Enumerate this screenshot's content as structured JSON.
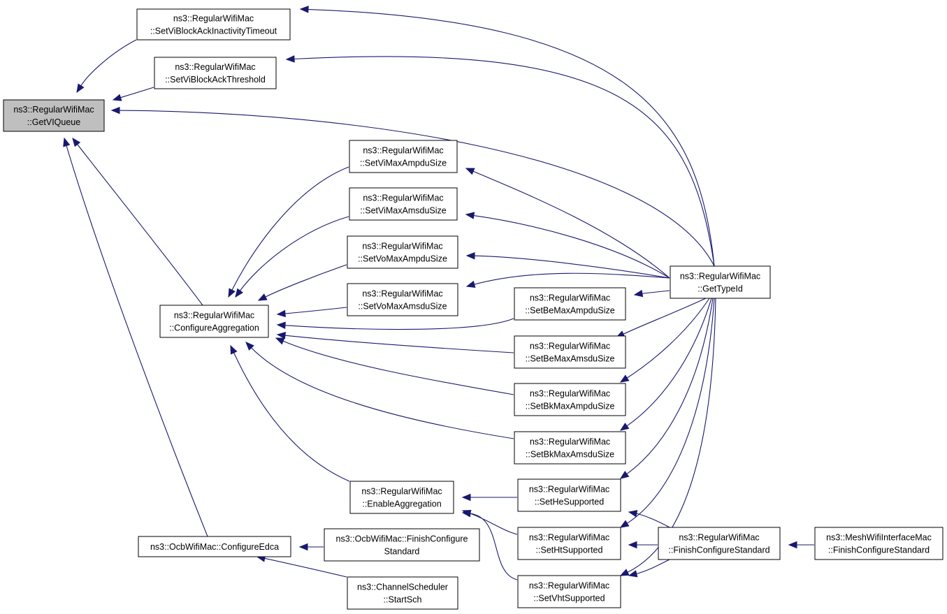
{
  "graph": {
    "edge_color": "#191970",
    "root_fill": "#bfbfbf",
    "nodes": [
      {
        "id": "getviqueue",
        "lines": [
          "ns3::RegularWifiMac",
          "::GetVIQueue"
        ],
        "root": true
      },
      {
        "id": "setviblockackinactivitytimeout",
        "lines": [
          "ns3::RegularWifiMac",
          "::SetViBlockAckInactivityTimeout"
        ]
      },
      {
        "id": "setviblockackthreshold",
        "lines": [
          "ns3::RegularWifiMac",
          "::SetViBlockAckThreshold"
        ]
      },
      {
        "id": "configureaggregation",
        "lines": [
          "ns3::RegularWifiMac",
          "::ConfigureAggregation"
        ]
      },
      {
        "id": "configureedca",
        "lines": [
          "ns3::OcbWifiMac::ConfigureEdca"
        ]
      },
      {
        "id": "setvimaxampdusize",
        "lines": [
          "ns3::RegularWifiMac",
          "::SetViMaxAmpduSize"
        ]
      },
      {
        "id": "setvimaxamsdusize",
        "lines": [
          "ns3::RegularWifiMac",
          "::SetViMaxAmsduSize"
        ]
      },
      {
        "id": "setvomaxampdusize",
        "lines": [
          "ns3::RegularWifiMac",
          "::SetVoMaxAmpduSize"
        ]
      },
      {
        "id": "setvomaxamsdusize",
        "lines": [
          "ns3::RegularWifiMac",
          "::SetVoMaxAmsduSize"
        ]
      },
      {
        "id": "enableaggregation",
        "lines": [
          "ns3::RegularWifiMac",
          "::EnableAggregation"
        ]
      },
      {
        "id": "ocbfinishconfigurestandard",
        "lines": [
          "ns3::OcbWifiMac::FinishConfigure",
          "Standard"
        ]
      },
      {
        "id": "startsch",
        "lines": [
          "ns3::ChannelScheduler",
          "::StartSch"
        ]
      },
      {
        "id": "setbemaxampdusize",
        "lines": [
          "ns3::RegularWifiMac",
          "::SetBeMaxAmpduSize"
        ]
      },
      {
        "id": "setbemaxamsdusize",
        "lines": [
          "ns3::RegularWifiMac",
          "::SetBeMaxAmsduSize"
        ]
      },
      {
        "id": "setbkmaxampdusize",
        "lines": [
          "ns3::RegularWifiMac",
          "::SetBkMaxAmpduSize"
        ]
      },
      {
        "id": "setbkmaxamsdusize",
        "lines": [
          "ns3::RegularWifiMac",
          "::SetBkMaxAmsduSize"
        ]
      },
      {
        "id": "sethesupported",
        "lines": [
          "ns3::RegularWifiMac",
          "::SetHeSupported"
        ]
      },
      {
        "id": "sethtsupported",
        "lines": [
          "ns3::RegularWifiMac",
          "::SetHtSupported"
        ]
      },
      {
        "id": "setvhtsupported",
        "lines": [
          "ns3::RegularWifiMac",
          "::SetVhtSupported"
        ]
      },
      {
        "id": "gettypeid",
        "lines": [
          "ns3::RegularWifiMac",
          "::GetTypeId"
        ]
      },
      {
        "id": "regularfinishconfigurestandard",
        "lines": [
          "ns3::RegularWifiMac",
          "::FinishConfigureStandard"
        ]
      },
      {
        "id": "meshfinishconfigurestandard",
        "lines": [
          "ns3::MeshWifiInterfaceMac",
          "::FinishConfigureStandard"
        ]
      }
    ],
    "edges": [
      {
        "from": "setviblockackinactivitytimeout",
        "to": "getviqueue"
      },
      {
        "from": "setviblockackthreshold",
        "to": "getviqueue"
      },
      {
        "from": "gettypeid",
        "to": "getviqueue"
      },
      {
        "from": "configureaggregation",
        "to": "getviqueue"
      },
      {
        "from": "configureedca",
        "to": "getviqueue"
      },
      {
        "from": "gettypeid",
        "to": "setviblockackinactivitytimeout"
      },
      {
        "from": "gettypeid",
        "to": "setviblockackthreshold"
      },
      {
        "from": "setvimaxampdusize",
        "to": "configureaggregation"
      },
      {
        "from": "setvimaxamsdusize",
        "to": "configureaggregation"
      },
      {
        "from": "setvomaxampdusize",
        "to": "configureaggregation"
      },
      {
        "from": "setvomaxamsdusize",
        "to": "configureaggregation"
      },
      {
        "from": "setbemaxampdusize",
        "to": "configureaggregation"
      },
      {
        "from": "setbemaxamsdusize",
        "to": "configureaggregation"
      },
      {
        "from": "setbkmaxampdusize",
        "to": "configureaggregation"
      },
      {
        "from": "setbkmaxamsdusize",
        "to": "configureaggregation"
      },
      {
        "from": "enableaggregation",
        "to": "configureaggregation"
      },
      {
        "from": "gettypeid",
        "to": "setvimaxampdusize"
      },
      {
        "from": "gettypeid",
        "to": "setvimaxamsdusize"
      },
      {
        "from": "gettypeid",
        "to": "setvomaxampdusize"
      },
      {
        "from": "gettypeid",
        "to": "setvomaxamsdusize"
      },
      {
        "from": "gettypeid",
        "to": "setbemaxampdusize"
      },
      {
        "from": "gettypeid",
        "to": "setbemaxamsdusize"
      },
      {
        "from": "gettypeid",
        "to": "setbkmaxampdusize"
      },
      {
        "from": "gettypeid",
        "to": "setbkmaxamsdusize"
      },
      {
        "from": "gettypeid",
        "to": "sethesupported"
      },
      {
        "from": "gettypeid",
        "to": "sethtsupported"
      },
      {
        "from": "gettypeid",
        "to": "setvhtsupported"
      },
      {
        "from": "sethesupported",
        "to": "enableaggregation"
      },
      {
        "from": "sethtsupported",
        "to": "enableaggregation"
      },
      {
        "from": "setvhtsupported",
        "to": "enableaggregation"
      },
      {
        "from": "ocbfinishconfigurestandard",
        "to": "configureedca"
      },
      {
        "from": "startsch",
        "to": "configureedca"
      },
      {
        "from": "regularfinishconfigurestandard",
        "to": "sethesupported"
      },
      {
        "from": "regularfinishconfigurestandard",
        "to": "sethtsupported"
      },
      {
        "from": "regularfinishconfigurestandard",
        "to": "setvhtsupported"
      },
      {
        "from": "meshfinishconfigurestandard",
        "to": "regularfinishconfigurestandard"
      }
    ]
  }
}
